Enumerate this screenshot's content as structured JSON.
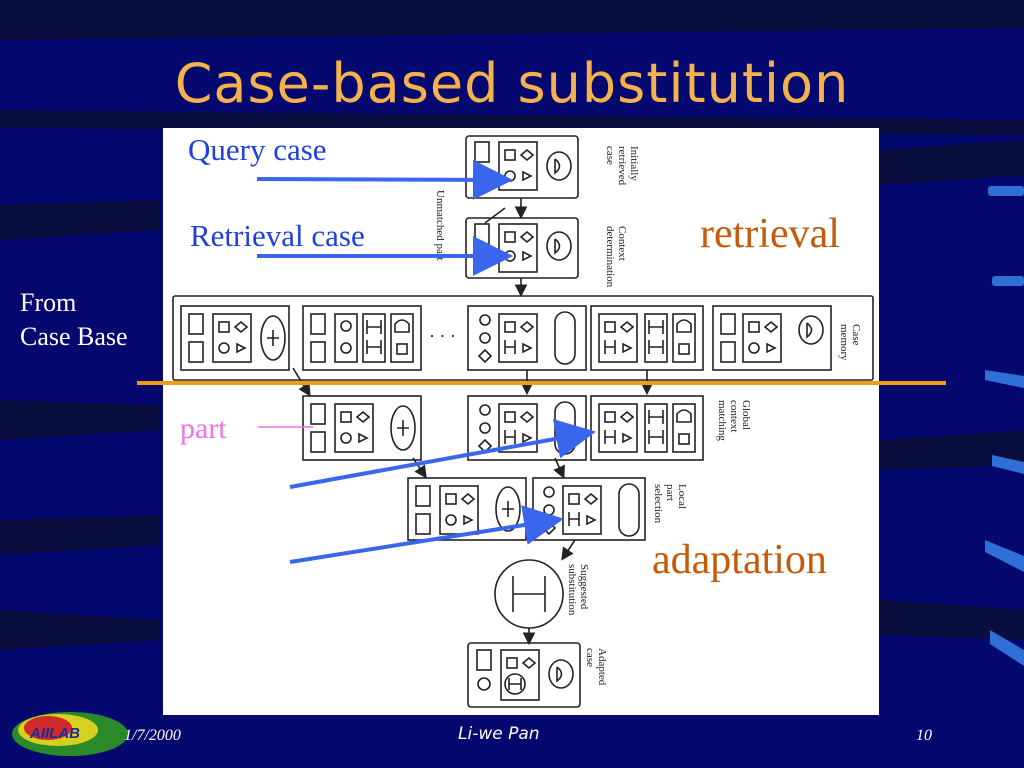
{
  "slide": {
    "title": "Case-based substitution",
    "footer_date": "1/7/2000",
    "footer_author": "Li-we Pan",
    "footer_page": "10",
    "logo_text": "AIILAB"
  },
  "annotations": {
    "query_case": "Query case",
    "retrieval_case": "Retrieval case",
    "retrieval": "retrieval",
    "from_line1": "From",
    "from_line2": "Case Base",
    "part": "part",
    "adaptation": "adaptation"
  },
  "figure_labels": {
    "initially_retrieved": [
      "Initially",
      "retrieved",
      "case"
    ],
    "context_determination": [
      "Context",
      "determination"
    ],
    "unmatched_part": [
      "Unmatched part"
    ],
    "case_memory": [
      "Case",
      "memory"
    ],
    "global_context_matching": [
      "Global",
      "context",
      "matching"
    ],
    "local_part_selection": [
      "Local",
      "part",
      "selection"
    ],
    "suggested_substitution": [
      "Suggested",
      "substitution"
    ],
    "adapted_case": [
      "Adapted",
      "case"
    ],
    "ellipsis": "· · ·"
  },
  "colors": {
    "background": "#05086e",
    "title": "#f4b24c",
    "blue_label": "#1f3fe0",
    "arrow": "#3a66ee",
    "orange_label": "#c55a08",
    "divider": "#f29a1a",
    "part_label": "#f070e8"
  }
}
